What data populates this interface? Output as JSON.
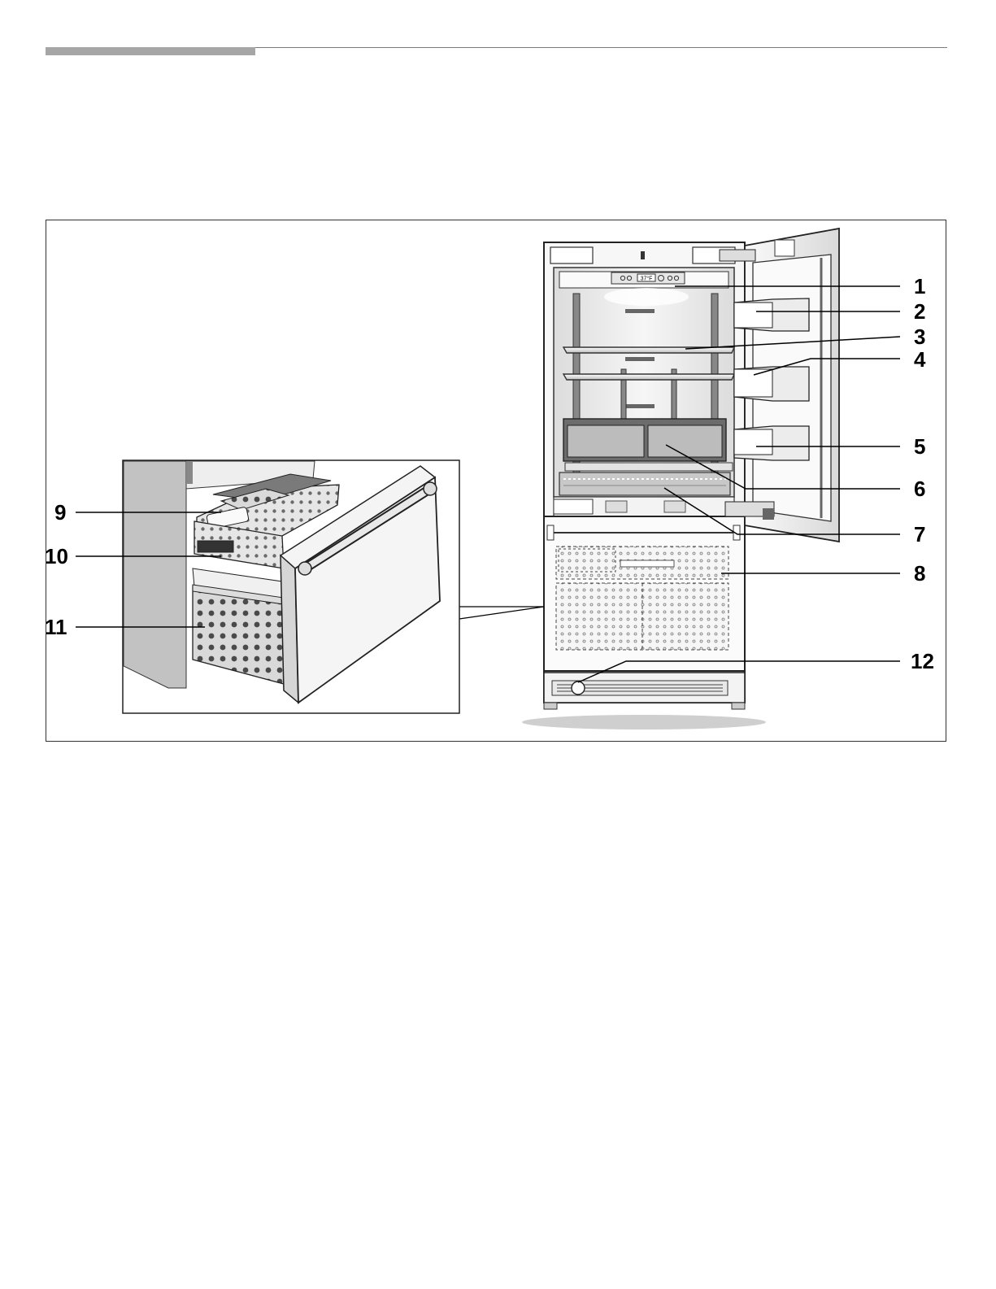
{
  "figure": {
    "callouts": [
      "1",
      "2",
      "3",
      "4",
      "5",
      "6",
      "7",
      "8",
      "9",
      "10",
      "11",
      "12"
    ],
    "display_readout": "37°F"
  },
  "colors": {
    "line": "#000000",
    "fill_light": "#f4f4f4",
    "fill_mid": "#d6d6d6",
    "fill_dark": "#555555",
    "header_bar": "#a6a6a6"
  }
}
